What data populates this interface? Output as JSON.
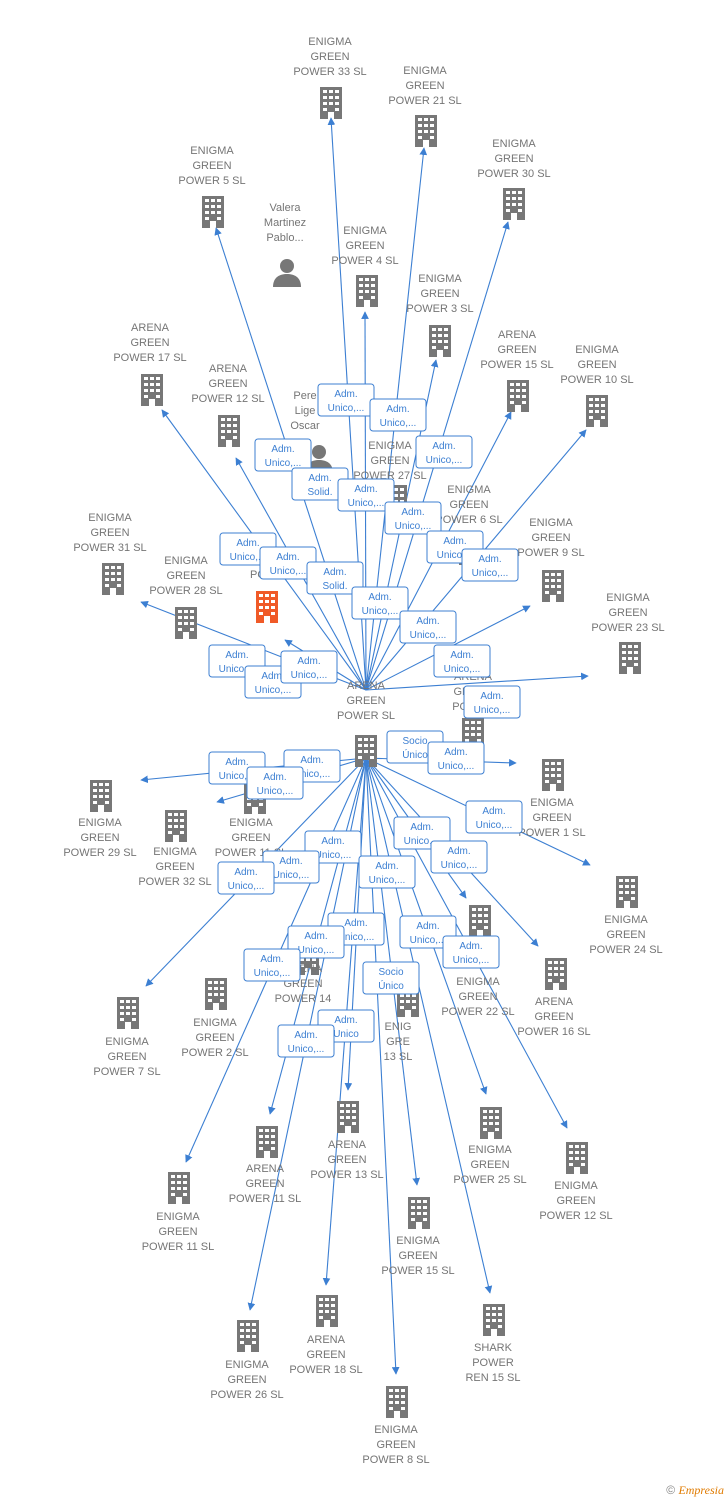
{
  "colors": {
    "edge": "#3c7fd2",
    "node": "#777777",
    "highlight": "#f05a28"
  },
  "center": {
    "id": "arena_power",
    "lines": [
      "ARENA",
      "GREEN",
      "POWER  SL"
    ]
  },
  "nodes": [
    {
      "id": "n1",
      "lines": [
        "ENIGMA",
        "GREEN",
        "POWER 33  SL"
      ],
      "icon": "building"
    },
    {
      "id": "n2",
      "lines": [
        "ENIGMA",
        "GREEN",
        "POWER 21  SL"
      ],
      "icon": "building"
    },
    {
      "id": "n3",
      "lines": [
        "ENIGMA",
        "GREEN",
        "POWER 5  SL"
      ],
      "icon": "building"
    },
    {
      "id": "n4",
      "lines": [
        "ENIGMA",
        "GREEN",
        "POWER 30  SL"
      ],
      "icon": "building"
    },
    {
      "id": "n5",
      "lines": [
        "Valera",
        "Martinez",
        "Pablo..."
      ],
      "icon": "person"
    },
    {
      "id": "n6",
      "lines": [
        "ENIGMA",
        "GREEN",
        "POWER 4  SL"
      ],
      "icon": "building"
    },
    {
      "id": "n7",
      "lines": [
        "ENIGMA",
        "GREEN",
        "POWER 3  SL"
      ],
      "icon": "building"
    },
    {
      "id": "n8",
      "lines": [
        "ARENA",
        "GREEN",
        "POWER 17  SL"
      ],
      "icon": "building"
    },
    {
      "id": "n9",
      "lines": [
        "ARENA",
        "GREEN",
        "POWER 15  SL"
      ],
      "icon": "building"
    },
    {
      "id": "n10",
      "lines": [
        "ENIGMA",
        "GREEN",
        "POWER 10  SL"
      ],
      "icon": "building"
    },
    {
      "id": "n11",
      "lines": [
        "ARENA",
        "GREEN",
        "POWER 12  SL"
      ],
      "icon": "building"
    },
    {
      "id": "n12",
      "lines": [
        "Pere",
        "Lige",
        "Oscar"
      ],
      "icon": "person"
    },
    {
      "id": "n13",
      "lines": [
        "ENIGMA",
        "GREEN",
        "POWER 27  SL"
      ],
      "icon": "building"
    },
    {
      "id": "n14",
      "lines": [
        "ENIGMA",
        "GREEN",
        "POWER 6  SL"
      ],
      "icon": "building"
    },
    {
      "id": "n15",
      "lines": [
        "ENIGMA",
        "GREEN",
        "POWER 31  SL"
      ],
      "icon": "building"
    },
    {
      "id": "n16",
      "lines": [
        "ENIGMA",
        "GREEN",
        "POWER 9  SL"
      ],
      "icon": "building"
    },
    {
      "id": "n17",
      "lines": [
        "ENIGMA",
        "GREEN",
        "POWER 28  SL"
      ],
      "icon": "building"
    },
    {
      "id": "n18",
      "lines": [
        "PO"
      ],
      "icon": "building-highlight"
    },
    {
      "id": "n19",
      "lines": [
        "ENIGMA",
        "GREEN",
        "POWER 23  SL"
      ],
      "icon": "building"
    },
    {
      "id": "n20",
      "lines": [
        "ARENA",
        "GREEN",
        "POWER"
      ],
      "icon": "building"
    },
    {
      "id": "n21",
      "lines": [
        "ENIGMA",
        "GREEN",
        "POWER 1  SL"
      ],
      "icon": "building"
    },
    {
      "id": "n22",
      "lines": [
        "ENIGMA",
        "GREEN",
        "POWER 29  SL"
      ],
      "icon": "building"
    },
    {
      "id": "n23",
      "lines": [
        "ENIGMA",
        "GREEN",
        "POWER 32  SL"
      ],
      "icon": "building"
    },
    {
      "id": "n24",
      "lines": [
        "ENIGMA",
        "GREEN",
        "POWER 11  SL"
      ],
      "icon": "building"
    },
    {
      "id": "n25",
      "lines": [
        "ENIGMA",
        "GREEN",
        "POWER 24  SL"
      ],
      "icon": "building"
    },
    {
      "id": "n26",
      "lines": [
        "ENIGMA",
        "GREEN",
        "POWER 22  SL"
      ],
      "icon": "building"
    },
    {
      "id": "n27",
      "lines": [
        "ARENA",
        "GREEN",
        "POWER 14"
      ],
      "icon": "building"
    },
    {
      "id": "n28",
      "lines": [
        "ARENA",
        "GREEN",
        "POWER 16  SL"
      ],
      "icon": "building"
    },
    {
      "id": "n29",
      "lines": [
        "ENIGMA",
        "GREEN",
        "POWER 7  SL"
      ],
      "icon": "building"
    },
    {
      "id": "n30",
      "lines": [
        "ENIGMA",
        "GREEN",
        "POWER 2  SL"
      ],
      "icon": "building"
    },
    {
      "id": "n31",
      "lines": [
        "ENIG",
        "GRE",
        "13  SL"
      ],
      "icon": "building"
    },
    {
      "id": "n32",
      "lines": [
        "ARENA",
        "GREEN",
        "POWER 11  SL"
      ],
      "icon": "building"
    },
    {
      "id": "n33",
      "lines": [
        "ARENA",
        "GREEN",
        "POWER 13  SL"
      ],
      "icon": "building"
    },
    {
      "id": "n34",
      "lines": [
        "ENIGMA",
        "GREEN",
        "POWER 25  SL"
      ],
      "icon": "building"
    },
    {
      "id": "n35",
      "lines": [
        "ENIGMA",
        "GREEN",
        "POWER 12  SL"
      ],
      "icon": "building"
    },
    {
      "id": "n36",
      "lines": [
        "ENIGMA",
        "GREEN",
        "POWER 11  SL"
      ],
      "icon": "building"
    },
    {
      "id": "n37",
      "lines": [
        "ENIGMA",
        "GREEN",
        "POWER 15  SL"
      ],
      "icon": "building"
    },
    {
      "id": "n38",
      "lines": [
        "ARENA",
        "GREEN",
        "POWER 18  SL"
      ],
      "icon": "building"
    },
    {
      "id": "n39",
      "lines": [
        "SHARK",
        "POWER",
        "REN 15  SL"
      ],
      "icon": "building"
    },
    {
      "id": "n40",
      "lines": [
        "ENIGMA",
        "GREEN",
        "POWER 26  SL"
      ],
      "icon": "building"
    },
    {
      "id": "n41",
      "lines": [
        "ENIGMA",
        "GREEN",
        "POWER 8  SL"
      ],
      "icon": "building"
    }
  ],
  "edge_labels": [
    {
      "lines": [
        "Adm.",
        "Unico,..."
      ]
    },
    {
      "lines": [
        "Adm.",
        "Unico,..."
      ]
    },
    {
      "lines": [
        "Adm.",
        "Unico,..."
      ]
    },
    {
      "lines": [
        "Adm.",
        "Unico,..."
      ]
    },
    {
      "lines": [
        "Adm.",
        "Solid."
      ]
    },
    {
      "lines": [
        "Adm.",
        "Unico,..."
      ]
    },
    {
      "lines": [
        "Adm.",
        "Unico,..."
      ]
    },
    {
      "lines": [
        "Adm.",
        "Unico,..."
      ]
    },
    {
      "lines": [
        "Adm.",
        "Unico,..."
      ]
    },
    {
      "lines": [
        "Adm.",
        "Unico,..."
      ]
    },
    {
      "lines": [
        "Adm.",
        "Unico,..."
      ]
    },
    {
      "lines": [
        "Adm.",
        "Solid."
      ]
    },
    {
      "lines": [
        "Adm.",
        "Unico,..."
      ]
    },
    {
      "lines": [
        "Adm.",
        "Unico,..."
      ]
    },
    {
      "lines": [
        "Adm.",
        "Unico,..."
      ]
    },
    {
      "lines": [
        "Adm.",
        "Unico,..."
      ]
    },
    {
      "lines": [
        "Adm.",
        "Unico,..."
      ]
    },
    {
      "lines": [
        "Adm.",
        "Unico,..."
      ]
    },
    {
      "lines": [
        "Adm.",
        "Unico,..."
      ]
    },
    {
      "lines": [
        "Socio",
        "Único"
      ]
    },
    {
      "lines": [
        "Adm.",
        "Unico,..."
      ]
    },
    {
      "lines": [
        "Adm.",
        "Unico,..."
      ]
    },
    {
      "lines": [
        "Adm.",
        "Unico,..."
      ]
    },
    {
      "lines": [
        "Adm.",
        "Unico,..."
      ]
    },
    {
      "lines": [
        "Adm.",
        "Unico,..."
      ]
    },
    {
      "lines": [
        "Adm.",
        "Unico,..."
      ]
    },
    {
      "lines": [
        "Adm.",
        "Unico,..."
      ]
    },
    {
      "lines": [
        "Adm.",
        "Unico,..."
      ]
    },
    {
      "lines": [
        "Adm.",
        "Unico,..."
      ]
    },
    {
      "lines": [
        "Adm.",
        "Unico,..."
      ]
    },
    {
      "lines": [
        "Adm.",
        "Unico,..."
      ]
    },
    {
      "lines": [
        "Adm.",
        "Unico,..."
      ]
    },
    {
      "lines": [
        "Adm.",
        "Unico,..."
      ]
    },
    {
      "lines": [
        "Adm.",
        "Unico,..."
      ]
    },
    {
      "lines": [
        "Adm.",
        "Unico,..."
      ]
    },
    {
      "lines": [
        "Adm.",
        "Unico,..."
      ]
    },
    {
      "lines": [
        "Socio",
        "Único"
      ]
    },
    {
      "lines": [
        "Adm.",
        "Unico"
      ]
    },
    {
      "lines": [
        "Adm.",
        "Unico,..."
      ]
    }
  ],
  "footer": {
    "copyright": "©",
    "brand": "Empresia"
  }
}
